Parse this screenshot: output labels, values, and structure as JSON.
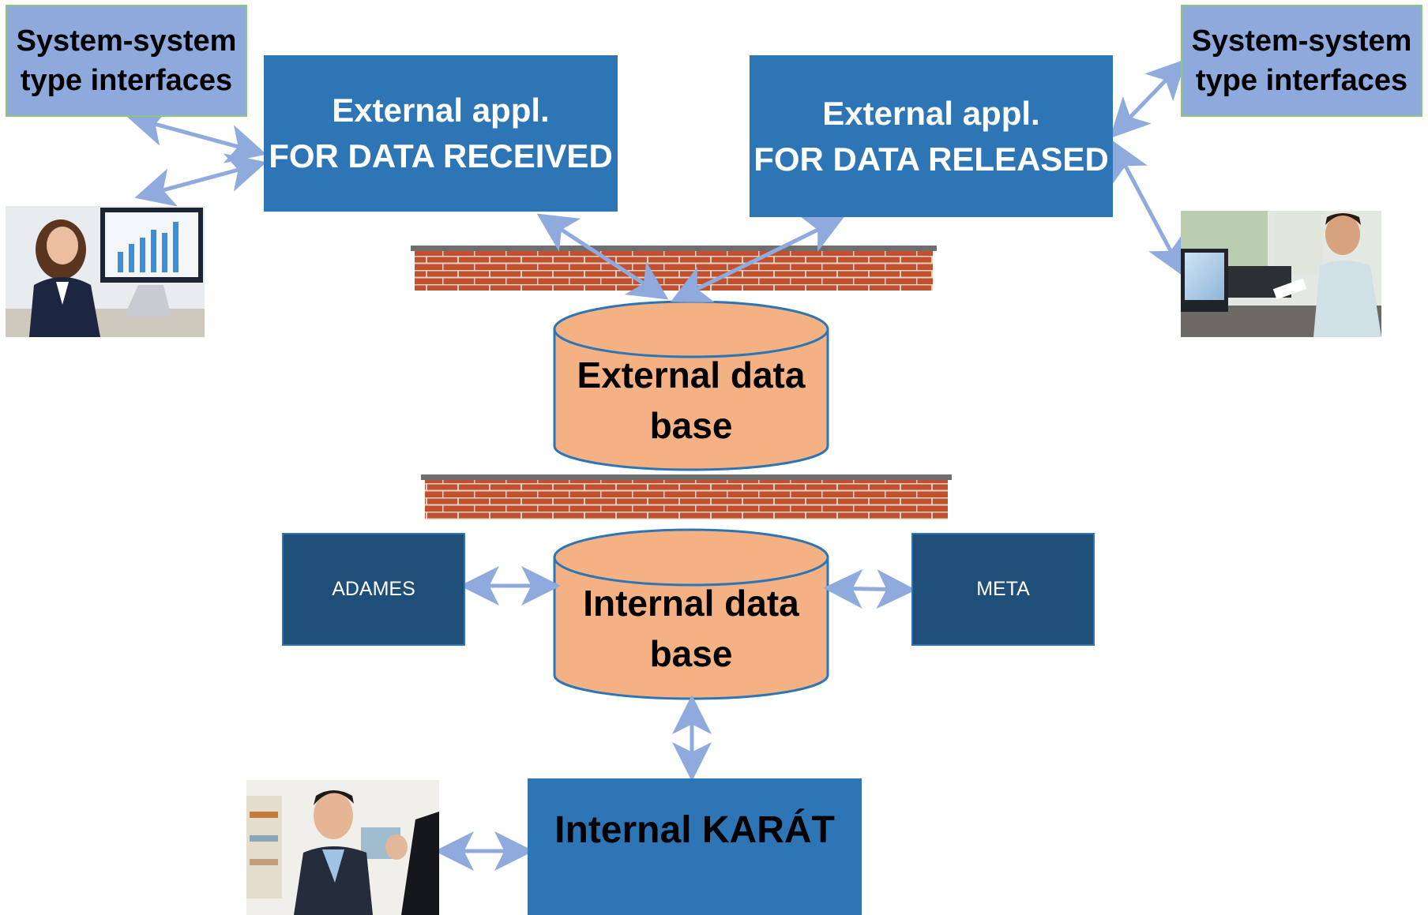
{
  "interface_box_left": {
    "line1": "System-system",
    "line2": "type interfaces"
  },
  "interface_box_right": {
    "line1": "System-system",
    "line2": "type interfaces"
  },
  "app_received": {
    "line1": "External appl.",
    "line2": "FOR DATA RECEIVED"
  },
  "app_released": {
    "line1": "External appl.",
    "line2": "FOR DATA RELEASED"
  },
  "external_db": {
    "line1": "External data",
    "line2": "base"
  },
  "internal_db": {
    "line1": "Internal data",
    "line2": "base"
  },
  "adames": {
    "label": "ADAMES"
  },
  "meta": {
    "label": "META"
  },
  "karat": {
    "label": "Internal KARÁT"
  },
  "colors": {
    "interface_fill": "#8ea9db",
    "interface_border": "#92c47d",
    "app_fill": "#2e75b6",
    "module_fill": "#1f4e79",
    "database_fill": "#f4b183",
    "arrow": "#8faadc",
    "brick": "#c0502e"
  },
  "icons": [
    "brick-firewall",
    "database-cylinder",
    "user-photo-woman-laptop",
    "user-photo-man-desk",
    "user-photo-man-monitor"
  ]
}
